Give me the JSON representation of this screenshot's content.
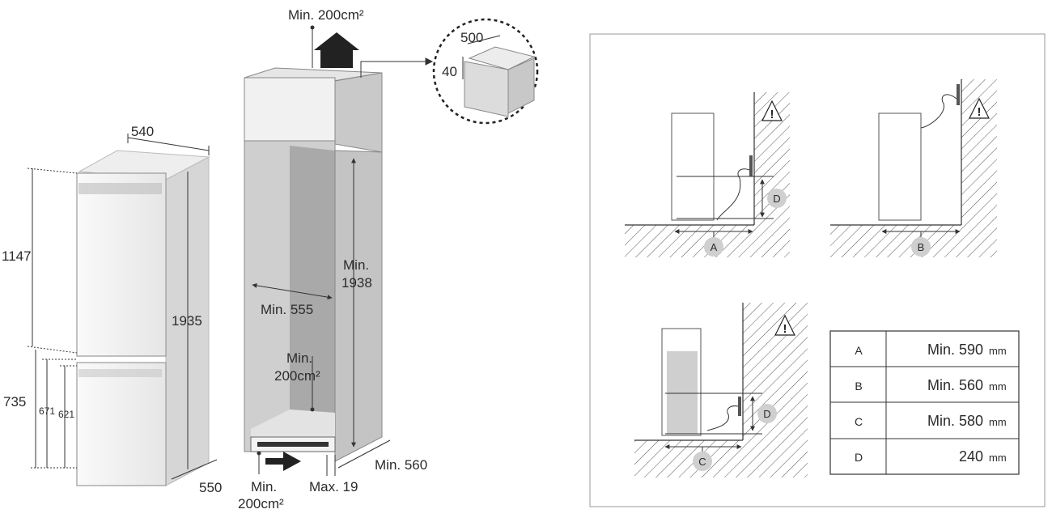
{
  "fridge": {
    "width": "540",
    "depth": "550",
    "upper_height": "1147",
    "total_height": "1935",
    "lower_height": "735",
    "lower_inner_1": "671",
    "lower_inner_2": "621"
  },
  "cabinet": {
    "top_vent": "Min. 200cm²",
    "detail_width": "500",
    "detail_height": "40",
    "inner_width": "Min. 555",
    "inner_height_1": "Min.",
    "inner_height_2": "1938",
    "mid_vent_1": "Min.",
    "mid_vent_2": "200cm²",
    "bottom_vent_1": "Min.",
    "bottom_vent_2": "200cm²",
    "plinth": "Max. 19",
    "depth": "Min. 560"
  },
  "install": {
    "label_a": "A",
    "label_b": "B",
    "label_c": "C",
    "label_d": "D",
    "label_d2": "D",
    "warning": "!"
  },
  "spec_table": {
    "rows": [
      {
        "key": "A",
        "value": "Min. 590",
        "unit": "mm"
      },
      {
        "key": "B",
        "value": "Min. 560",
        "unit": "mm"
      },
      {
        "key": "C",
        "value": "Min. 580",
        "unit": "mm"
      },
      {
        "key": "D",
        "value": "240",
        "unit": "mm"
      }
    ]
  }
}
